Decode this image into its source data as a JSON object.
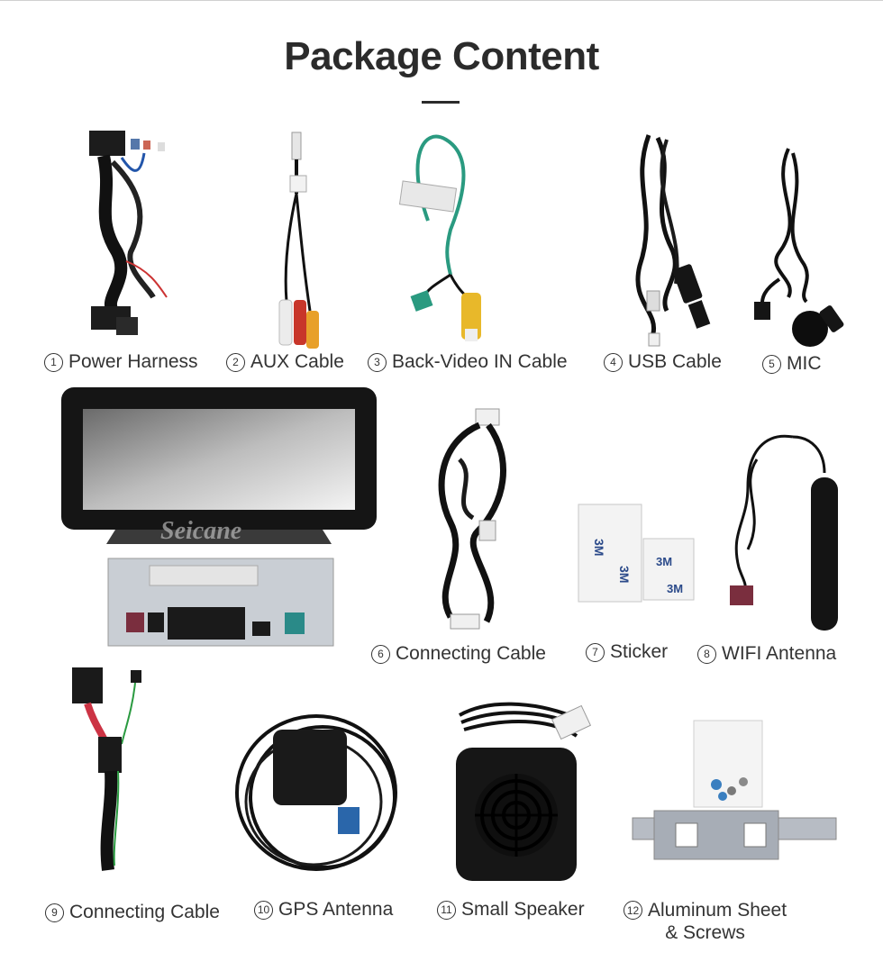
{
  "header": {
    "title": "Package Content"
  },
  "items": [
    {
      "num": "1",
      "label": "Power Harness"
    },
    {
      "num": "2",
      "label": "AUX Cable"
    },
    {
      "num": "3",
      "label": "Back-Video IN Cable"
    },
    {
      "num": "4",
      "label": "USB Cable"
    },
    {
      "num": "5",
      "label": "MIC"
    },
    {
      "num": "6",
      "label": "Connecting Cable"
    },
    {
      "num": "7",
      "label": "Sticker"
    },
    {
      "num": "8",
      "label": "WIFI Antenna"
    },
    {
      "num": "9",
      "label": "Connecting Cable"
    },
    {
      "num": "10",
      "label": "GPS Antenna"
    },
    {
      "num": "11",
      "label": "Small Speaker"
    },
    {
      "num": "12",
      "label_line1": "Aluminum Sheet",
      "label_line2": "& Screws"
    }
  ],
  "display_brand_watermark": "Seicane",
  "sticker_text": "3M"
}
